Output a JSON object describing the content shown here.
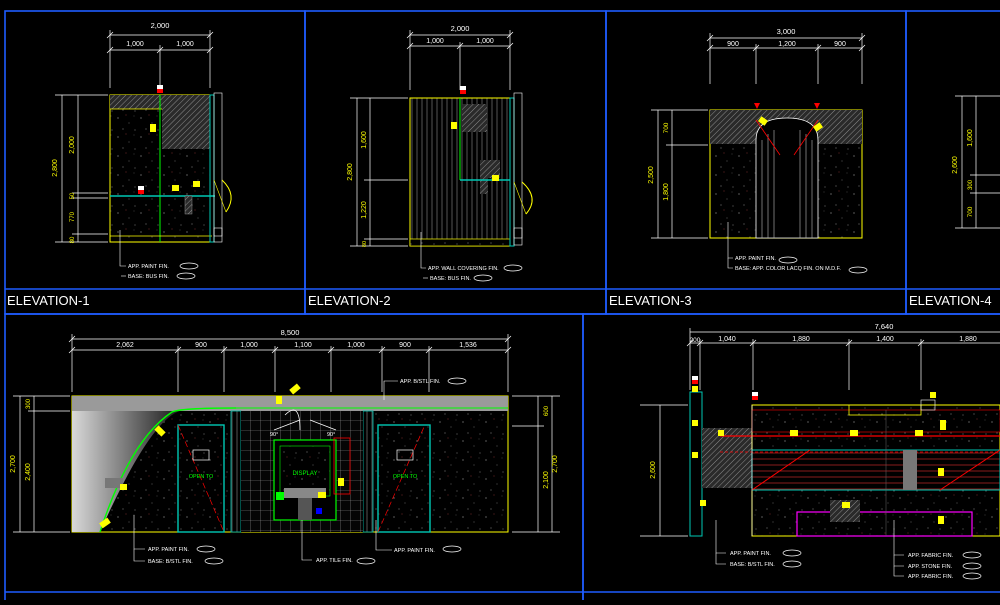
{
  "colors": {
    "background": "#000000",
    "frame": "#1e5cff",
    "dimension": "#ffffff",
    "outline": "#ffff00",
    "teal": "#00c8b4",
    "green": "#00ff00",
    "red": "#ff0000",
    "tag": "#ffff00",
    "magenta": "#ff00ff",
    "hatch": "#888888"
  },
  "panels": [
    {
      "id": "elevation-1",
      "title": "ELEVATION-1",
      "top_dims": [
        "2,000",
        "1,000",
        "1,000"
      ],
      "side_dims": [
        "2,800",
        "2,000",
        "50",
        "770",
        "80"
      ],
      "notes": [
        "APP. PAINT FIN.",
        "BASE: BUS FIN."
      ]
    },
    {
      "id": "elevation-2",
      "title": "ELEVATION-2",
      "top_dims": [
        "2,000",
        "1,000",
        "1,000"
      ],
      "side_dims": [
        "2,800",
        "1,600",
        "1,220",
        "80"
      ],
      "notes": [
        "APP. WALL COVERING FIN.",
        "BASE: BUS FIN."
      ]
    },
    {
      "id": "elevation-3",
      "title": "ELEVATION-3",
      "top_dims": [
        "3,000",
        "900",
        "1,200",
        "900"
      ],
      "side_dims": [
        "2,500",
        "700",
        "1,800"
      ],
      "notes": [
        "APP. PAINT FIN.",
        "BASE: APP. COLOR LACQ FIN. ON M.D.F."
      ]
    },
    {
      "id": "elevation-4",
      "title": "ELEVATION-4",
      "side_dims": [
        "2,600",
        "1,600",
        "300",
        "700"
      ]
    },
    {
      "id": "elevation-5",
      "top_dims": [
        "8,500",
        "2,062",
        "900",
        "1,000",
        "1,100",
        "1,000",
        "900",
        "1,536"
      ],
      "left_dims": [
        "2,700",
        "300",
        "2,400"
      ],
      "right_dims": [
        "2,700",
        "600",
        "2,100"
      ],
      "door_label_a": "OPEN TO",
      "door_label_b": "OPEN TO",
      "display_label": "DISPLAY",
      "angle_left": "90°",
      "angle_right": "90°",
      "notes": [
        "APP. B/STL FIN.",
        "APP. PAINT FIN.",
        "BASE: B/STL FIN.",
        "APP. TILE FIN.",
        "APP. PAINT FIN."
      ]
    },
    {
      "id": "elevation-6",
      "top_dims": [
        "7,640",
        "200",
        "1,040",
        "1,880",
        "1,400",
        "1,880"
      ],
      "side_dims": [
        "2,600"
      ],
      "notes_left": [
        "APP. PAINT FIN.",
        "BASE: B/STL FIN."
      ],
      "notes_right": [
        "APP. FABRIC FIN.",
        "APP. STONE FIN.",
        "APP. FABRIC FIN."
      ]
    }
  ]
}
